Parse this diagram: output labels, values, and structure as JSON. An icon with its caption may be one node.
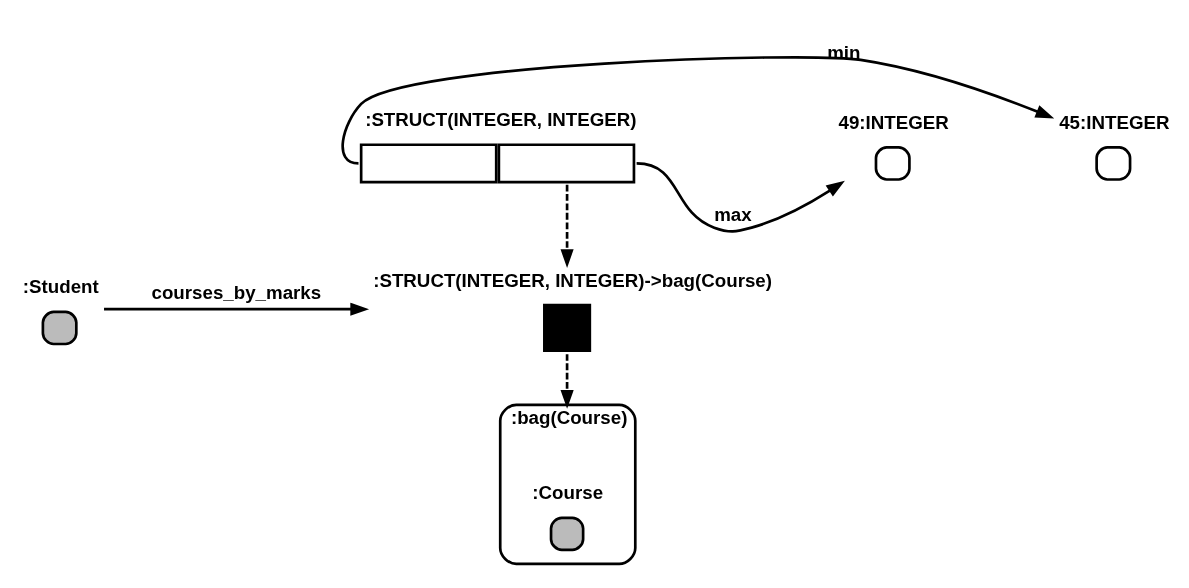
{
  "diagram": {
    "nodes": [
      {
        "text": [
          ":STRUCT(INTEGER, INTEGER)"
        ]
      },
      {
        "text": [
          "45:INTEGER"
        ]
      },
      {
        "text": [
          "49:INTEGER"
        ]
      },
      {
        "text": [
          ":Student"
        ]
      },
      {
        "text": [
          ":STRUCT(INTEGER, INTEGER)->bag(Course)"
        ]
      },
      {
        "text": [
          ":bag(Course)"
        ]
      },
      {
        "text": [
          ":Course"
        ],
        "in": 5
      }
    ],
    "edges": [
      {
        "from": 0,
        "to": 1,
        "arrow": "to",
        "label": "min"
      },
      {
        "from": 0,
        "to": 2,
        "arrow": "to",
        "label": "max"
      },
      {
        "from": 0,
        "to": 4,
        "arrow": "to",
        "style": "dashed"
      },
      {
        "from": 3,
        "to": 4,
        "arrow": "to",
        "label": "courses_by_marks"
      },
      {
        "from": 4,
        "to": 5,
        "arrow": "to",
        "style": "dashed"
      }
    ]
  }
}
